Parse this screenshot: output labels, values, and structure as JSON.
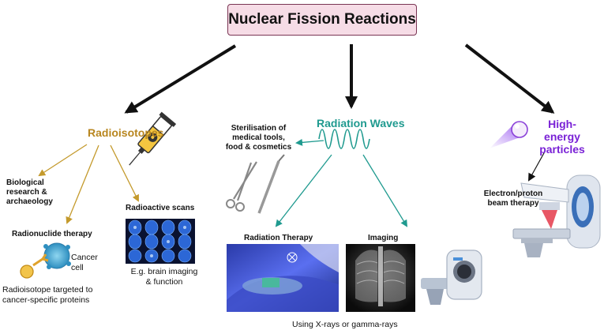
{
  "title": "Nuclear Fission Reactions",
  "branches": {
    "radioisotopes": {
      "label": "Radioisotopes",
      "color": "#b8861f",
      "biological": [
        "Biological",
        "research &",
        "archaeology"
      ],
      "radionuclide_therapy": "Radionuclide therapy",
      "cancer_cell": [
        "Cancer",
        "cell"
      ],
      "targeted": [
        "Radioisotope targeted to",
        "cancer-specific proteins"
      ],
      "scans": "Radioactive scans",
      "scans_caption": [
        "E.g. brain imaging",
        "& function"
      ]
    },
    "radiation_waves": {
      "label": "Radiation Waves",
      "color": "#1f9a8f",
      "sterilisation": [
        "Sterilisation of",
        "medical tools,",
        "food & cosmetics"
      ],
      "radiation_therapy": "Radiation Therapy",
      "imaging": "Imaging",
      "footnote": "Using X-rays or gamma-rays"
    },
    "high_energy": {
      "label": [
        "High-energy",
        "particles"
      ],
      "color": "#7a22d6",
      "beam_therapy": [
        "Electron/proton",
        "beam therapy"
      ]
    }
  }
}
